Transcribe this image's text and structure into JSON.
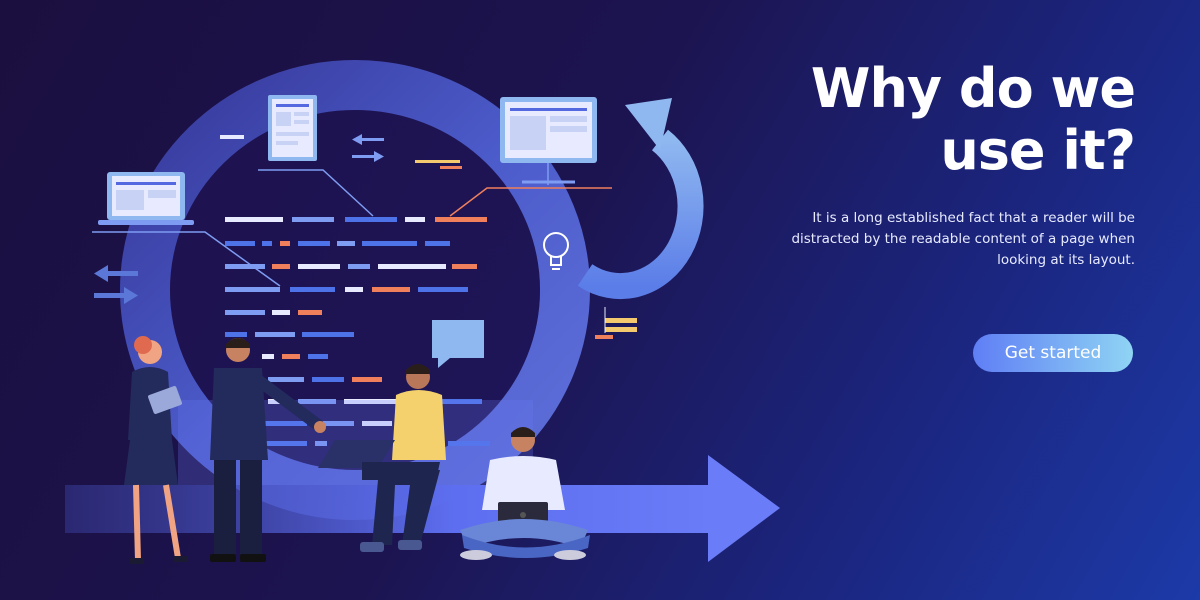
{
  "hero": {
    "headline": "Why do we use it?",
    "description": "It is a long established fact that a reader will be distracted by the readable content of a page when looking at its layout.",
    "cta_label": "Get started"
  },
  "illustration": {
    "icons": [
      "laptop-icon",
      "document-icon",
      "monitor-icon",
      "lightbulb-icon",
      "chat-bubble-icon",
      "arrows-icon",
      "cycle-arrow-icon",
      "progress-arrow-icon"
    ],
    "people": [
      "woman-with-tablet",
      "man-pointing",
      "man-with-laptop",
      "man-sitting-cross-legged"
    ]
  },
  "colors": {
    "background_dark": "#1b0f3f",
    "background_blue": "#1c3aa8",
    "ring": "#5468e0",
    "ring_light": "#8fb8f0",
    "accent_orange": "#f07f5c",
    "accent_yellow": "#f5c96e",
    "cta_start": "#5f7ef5",
    "cta_end": "#8fd4f4"
  }
}
